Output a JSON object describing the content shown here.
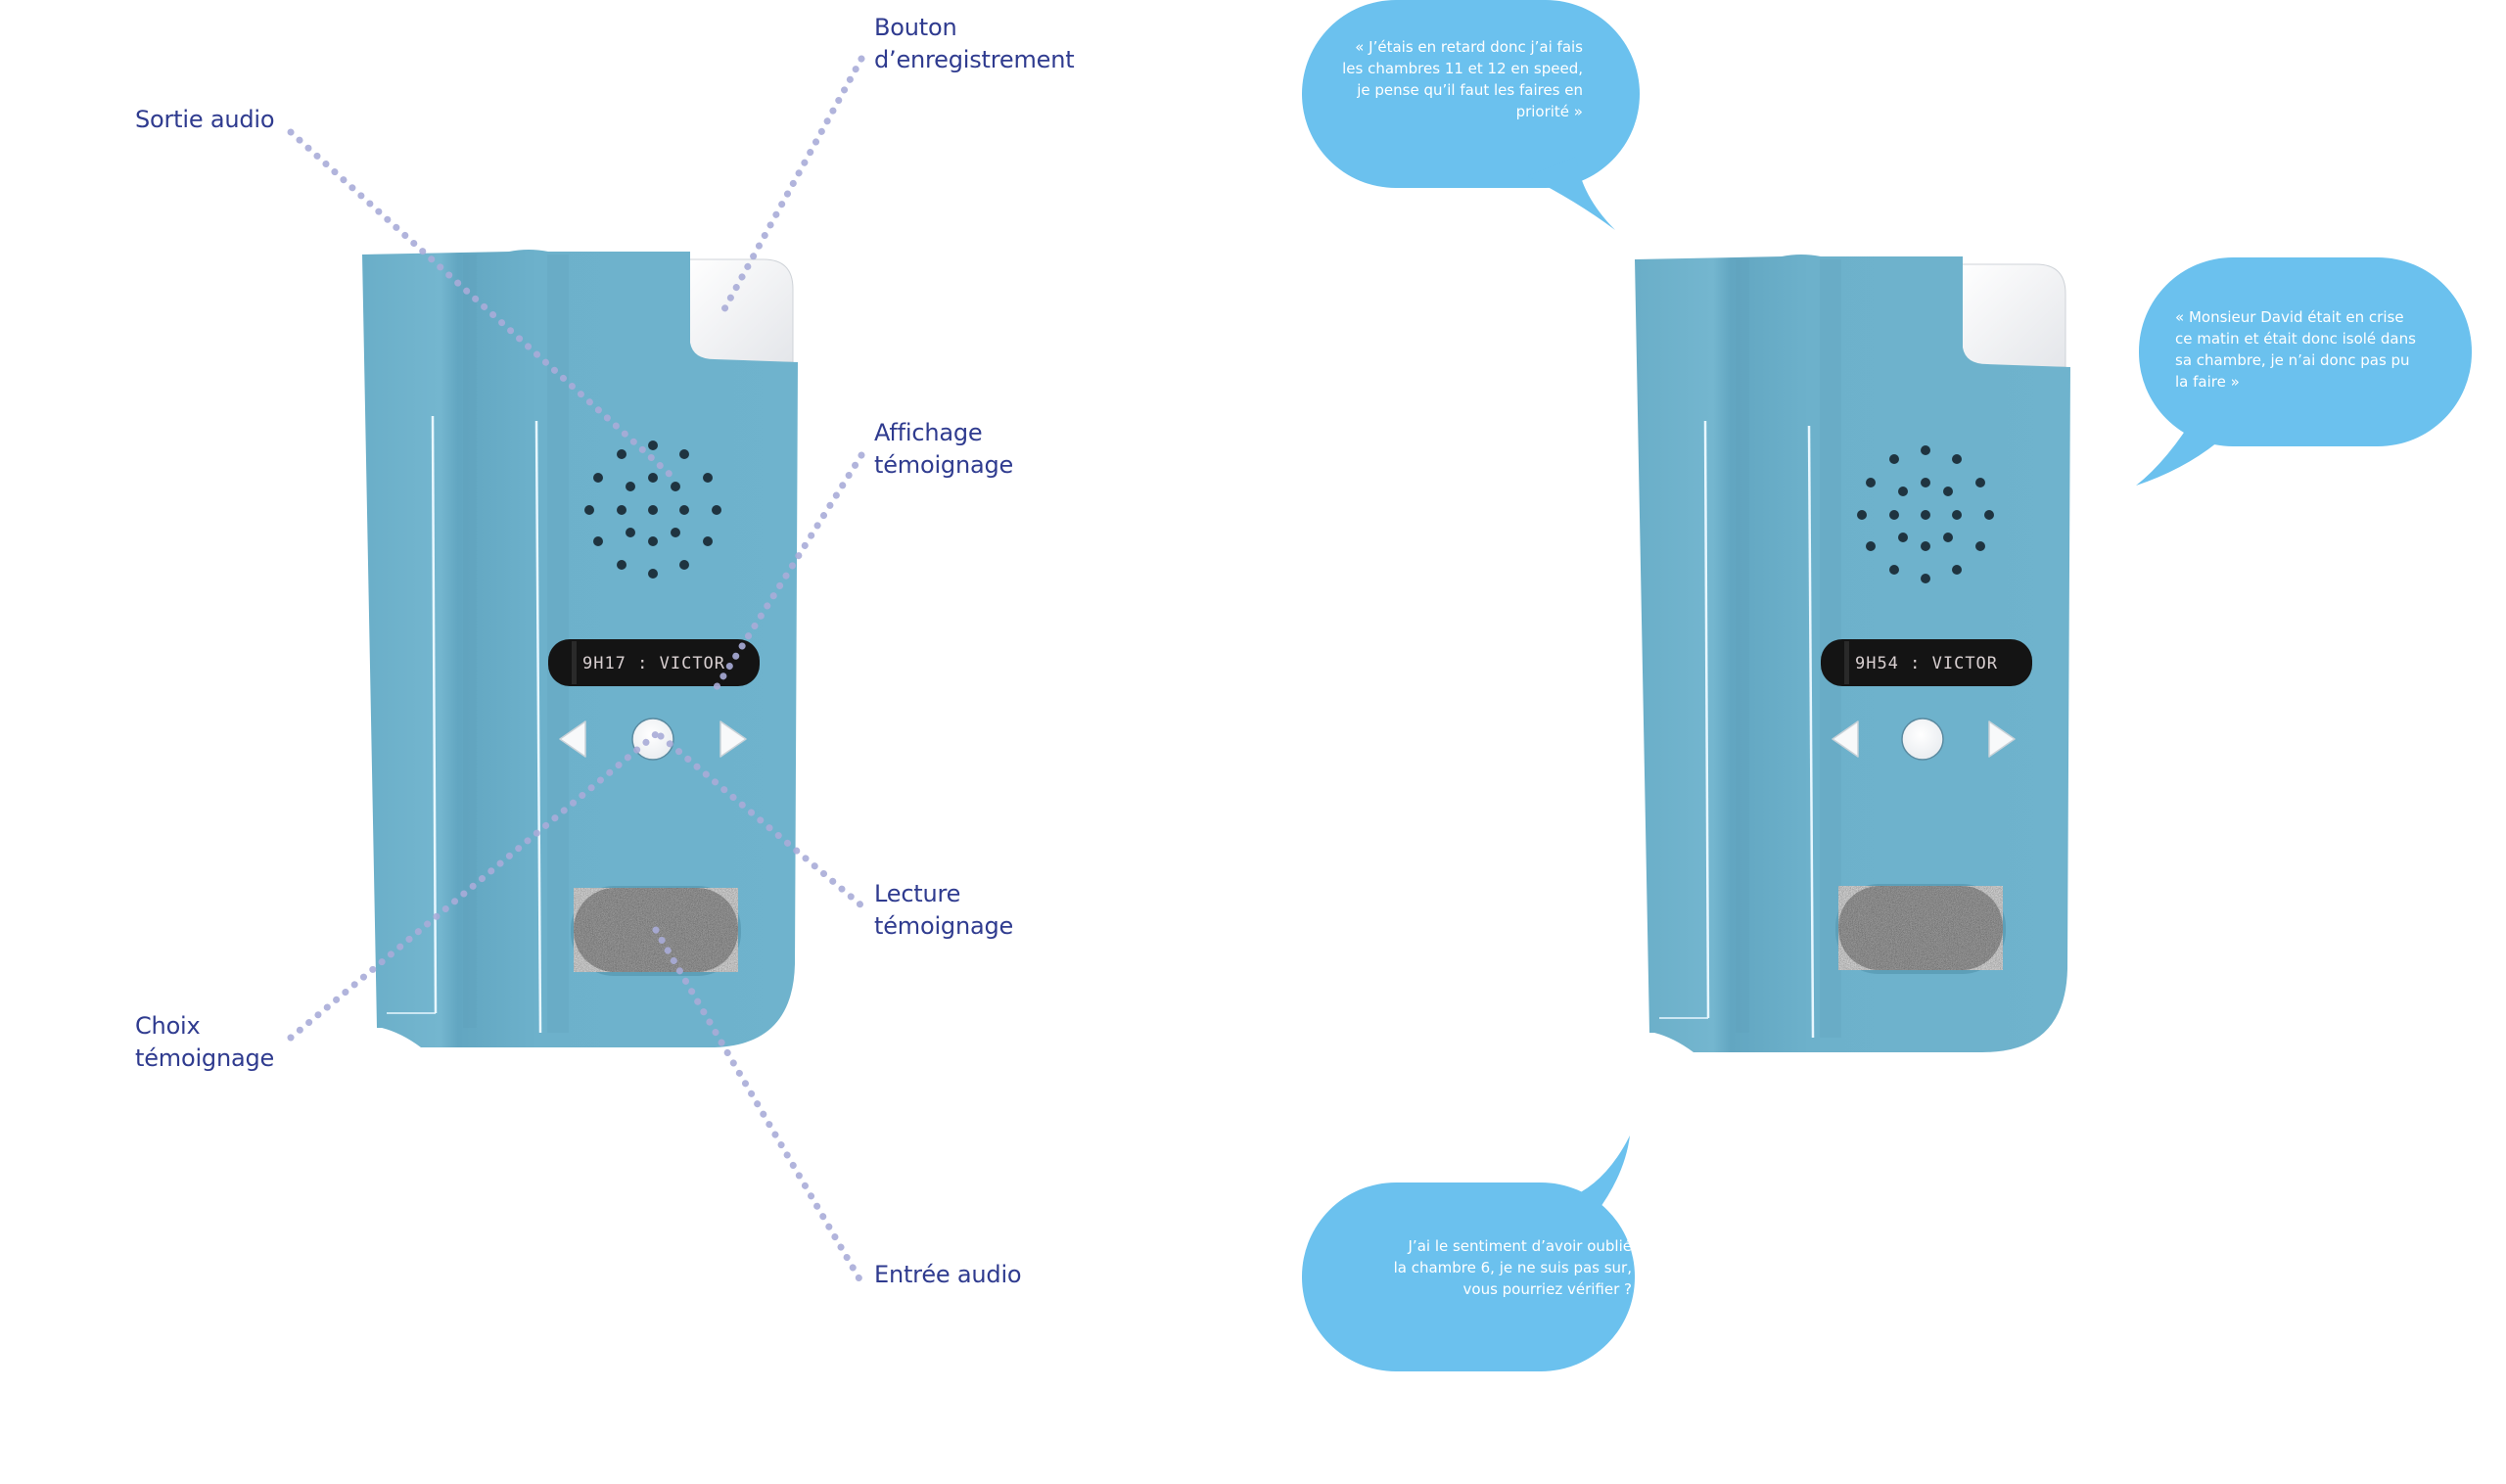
{
  "colors": {
    "background": "#ffffff",
    "device_body": "#6fb2cc",
    "device_body_dark": "#5fa3be",
    "device_highlight": "#e8f7ff",
    "record_button": "#f2f3f5",
    "speaker_holes": "#1f3440",
    "display_bg": "#141414",
    "display_text": "#d8cfd0",
    "control_buttons": "#f8f9fa",
    "mic_pad": "#b8b8b8",
    "bubble": "#6bc1ee",
    "bubble_text": "#ffffff",
    "label_text": "#2f3b8f",
    "leader_dots": "#a9acd8"
  },
  "annotations": {
    "record_button": [
      "Bouton",
      "d’enregistrement"
    ],
    "audio_output": [
      "Sortie audio"
    ],
    "display": [
      "Affichage",
      "témoignage"
    ],
    "playback": [
      "Lecture",
      "témoignage"
    ],
    "selection": [
      "Choix",
      "témoignage"
    ],
    "audio_input": [
      "Entrée audio"
    ]
  },
  "devices": [
    {
      "name": "annotated-device",
      "display_text": "9H17 : VICTOR",
      "icons": [
        "record-button",
        "speaker-grille-icon",
        "lcd-display",
        "previous-arrow-icon",
        "play-circle-icon",
        "next-arrow-icon",
        "microphone-pad"
      ]
    },
    {
      "name": "example-device",
      "display_text": "9H54 : VICTOR",
      "icons": [
        "record-button",
        "speaker-grille-icon",
        "lcd-display",
        "previous-arrow-icon",
        "play-circle-icon",
        "next-arrow-icon",
        "microphone-pad"
      ]
    }
  ],
  "bubbles": [
    {
      "name": "testimony-bubble-top",
      "lines": [
        "« J’étais en retard donc j’ai fais",
        "les chambres 11 et 12 en speed,",
        "je pense qu’il faut les faires en",
        "priorité »"
      ]
    },
    {
      "name": "testimony-bubble-right",
      "lines": [
        "« Monsieur David était en crise",
        "ce matin et était donc isolé dans",
        "sa chambre, je n’ai donc pas pu",
        "la faire »"
      ]
    },
    {
      "name": "testimony-bubble-bottom",
      "lines": [
        "J’ai le sentiment d’avoir oublié",
        "la chambre 6, je ne suis pas sur,",
        "vous pourriez vérifier ?"
      ]
    }
  ]
}
